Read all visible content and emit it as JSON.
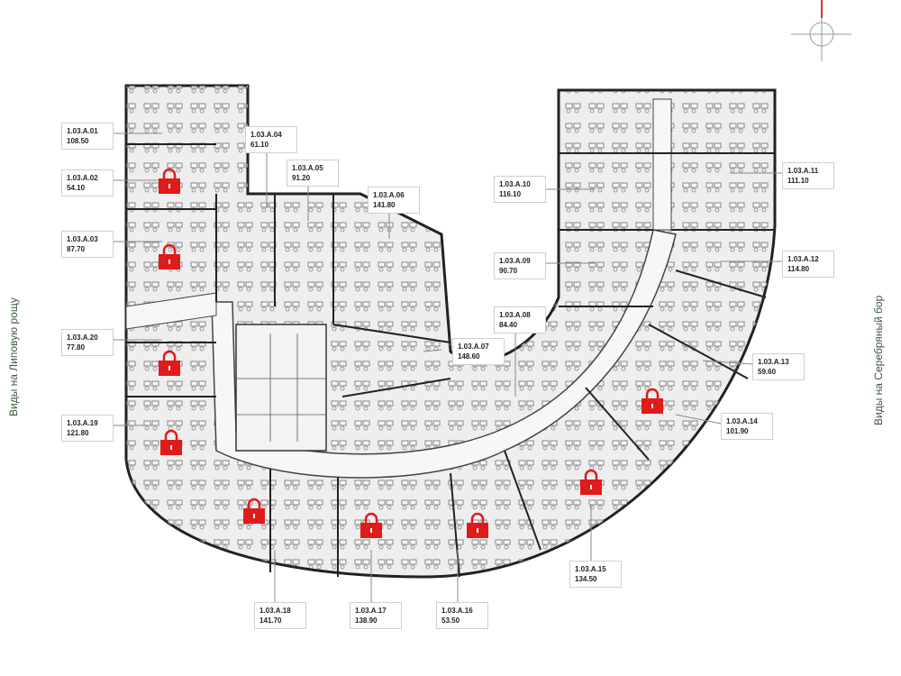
{
  "views": {
    "left": "Виды на Липовую рощу",
    "right": "Виды на Серебряный бор"
  },
  "colors": {
    "lock": "#e01b1b",
    "floor": "#eeeeee",
    "walls": "#222222",
    "corridor": "#f7f7f7"
  },
  "units": [
    {
      "id": "1.03.A.01",
      "area": "108.50",
      "locked": false
    },
    {
      "id": "1.03.A.02",
      "area": "54.10",
      "locked": true
    },
    {
      "id": "1.03.A.03",
      "area": "87.70",
      "locked": true
    },
    {
      "id": "1.03.A.04",
      "area": "61.10",
      "locked": false
    },
    {
      "id": "1.03.A.05",
      "area": "91.20",
      "locked": false
    },
    {
      "id": "1.03.A.06",
      "area": "141.80",
      "locked": false
    },
    {
      "id": "1.03.A.07",
      "area": "148.60",
      "locked": false
    },
    {
      "id": "1.03.A.08",
      "area": "84.40",
      "locked": false
    },
    {
      "id": "1.03.A.09",
      "area": "90.70",
      "locked": false
    },
    {
      "id": "1.03.A.10",
      "area": "116.10",
      "locked": false
    },
    {
      "id": "1.03.A.11",
      "area": "111.10",
      "locked": false
    },
    {
      "id": "1.03.A.12",
      "area": "114.80",
      "locked": false
    },
    {
      "id": "1.03.A.13",
      "area": "59.60",
      "locked": false
    },
    {
      "id": "1.03.A.14",
      "area": "101.90",
      "locked": true
    },
    {
      "id": "1.03.A.15",
      "area": "134.50",
      "locked": true
    },
    {
      "id": "1.03.A.16",
      "area": "53.50",
      "locked": true
    },
    {
      "id": "1.03.A.17",
      "area": "138.90",
      "locked": true
    },
    {
      "id": "1.03.A.18",
      "area": "141.70",
      "locked": true
    },
    {
      "id": "1.03.A.19",
      "area": "121.80",
      "locked": true
    },
    {
      "id": "1.03.A.20",
      "area": "77.80",
      "locked": true
    }
  ]
}
